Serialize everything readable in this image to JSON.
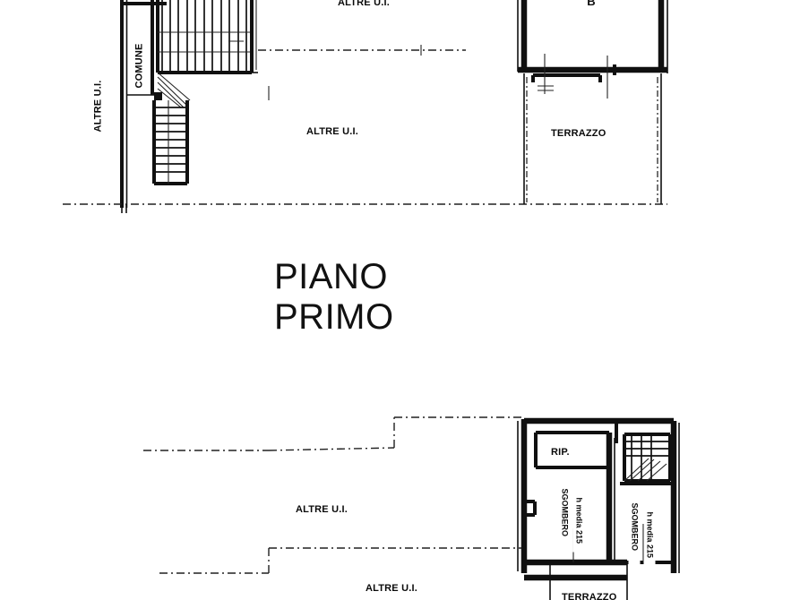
{
  "document": {
    "kind": "planimetria-catastale",
    "background_color": "#ffffff",
    "ink_color": "#101010"
  },
  "floors": [
    {
      "id": "upper",
      "title": "PIANO PRIMO",
      "rooms": [
        {
          "name": "ALTRE U.I.",
          "orientation": "horizontal"
        },
        {
          "name": "ALTRE U.I.",
          "orientation": "horizontal"
        },
        {
          "name": "ALTRE U.I.",
          "orientation": "vertical"
        },
        {
          "name": "COMUNE",
          "orientation": "vertical"
        },
        {
          "name": "TERRAZZO",
          "orientation": "horizontal"
        }
      ],
      "marks": [
        {
          "text": "B"
        }
      ]
    },
    {
      "id": "lower",
      "title": "",
      "rooms": [
        {
          "name": "ALTRE U.I.",
          "orientation": "horizontal"
        },
        {
          "name": "ALTRE U.I.",
          "orientation": "horizontal"
        },
        {
          "name": "RIP.",
          "orientation": "horizontal"
        },
        {
          "name": "SGOMBERO",
          "orientation": "vertical"
        },
        {
          "name": "h media 215",
          "orientation": "vertical"
        },
        {
          "name": "SGOMBERO",
          "orientation": "vertical"
        },
        {
          "name": "h media 215",
          "orientation": "vertical"
        },
        {
          "name": "TERRAZZO",
          "orientation": "horizontal"
        }
      ]
    }
  ],
  "labels": {
    "floor_title": "PIANO PRIMO",
    "altre_ui": "ALTRE U.I.",
    "comune": "COMUNE",
    "terrazzo": "TERRAZZO",
    "rip": "RIP.",
    "sgombero": "SGOMBERO",
    "h_media": "h media 215",
    "mark_b": "B"
  }
}
